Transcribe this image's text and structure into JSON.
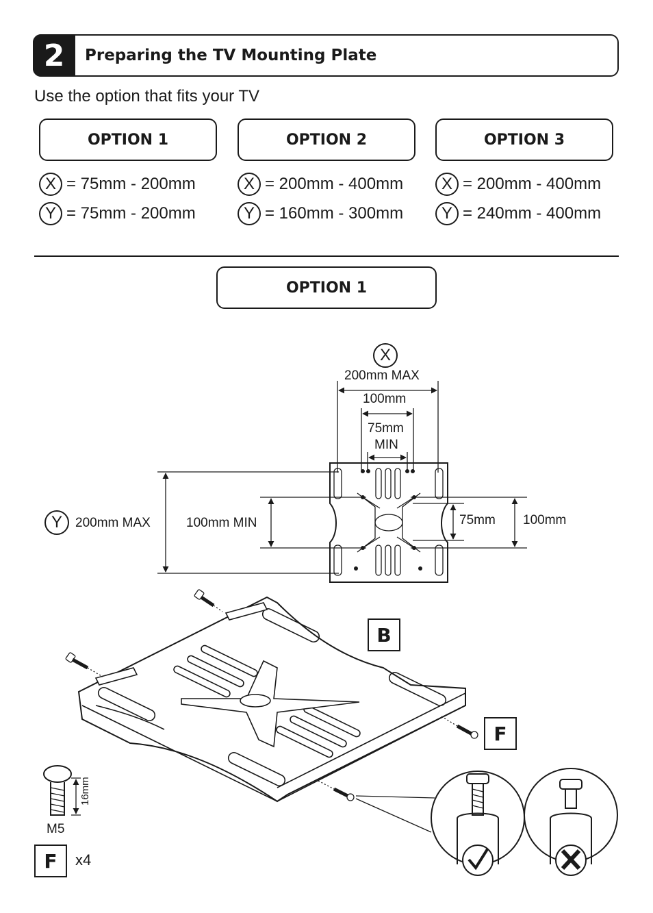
{
  "step": {
    "number": "2",
    "title": "Preparing the TV Mounting Plate"
  },
  "intro": "Use the option that fits your TV",
  "options": [
    {
      "label": "OPTION 1",
      "x_letter": "X",
      "x_range": "= 75mm - 200mm",
      "y_letter": "Y",
      "y_range": "= 75mm - 200mm"
    },
    {
      "label": "OPTION 2",
      "x_letter": "X",
      "x_range": "= 200mm - 400mm",
      "y_letter": "Y",
      "y_range": "= 160mm - 300mm"
    },
    {
      "label": "OPTION 3",
      "x_letter": "X",
      "x_range": "= 200mm - 400mm",
      "y_letter": "Y",
      "y_range": "= 240mm - 400mm"
    }
  ],
  "section": {
    "label": "OPTION 1"
  },
  "diagram": {
    "x_letter": "X",
    "y_letter": "Y",
    "x_max": "200mm MAX",
    "x_mid": "100mm",
    "x_min_1": "75mm",
    "x_min_2": "MIN",
    "y_max": "200mm MAX",
    "y_min": "100mm MIN",
    "y_right_1": "75mm",
    "y_right_2": "100mm",
    "part_b": "B",
    "part_f": "F",
    "screw_length": "16mm",
    "screw_type": "M5",
    "part_f_qty_letter": "F",
    "qty": "x4"
  }
}
